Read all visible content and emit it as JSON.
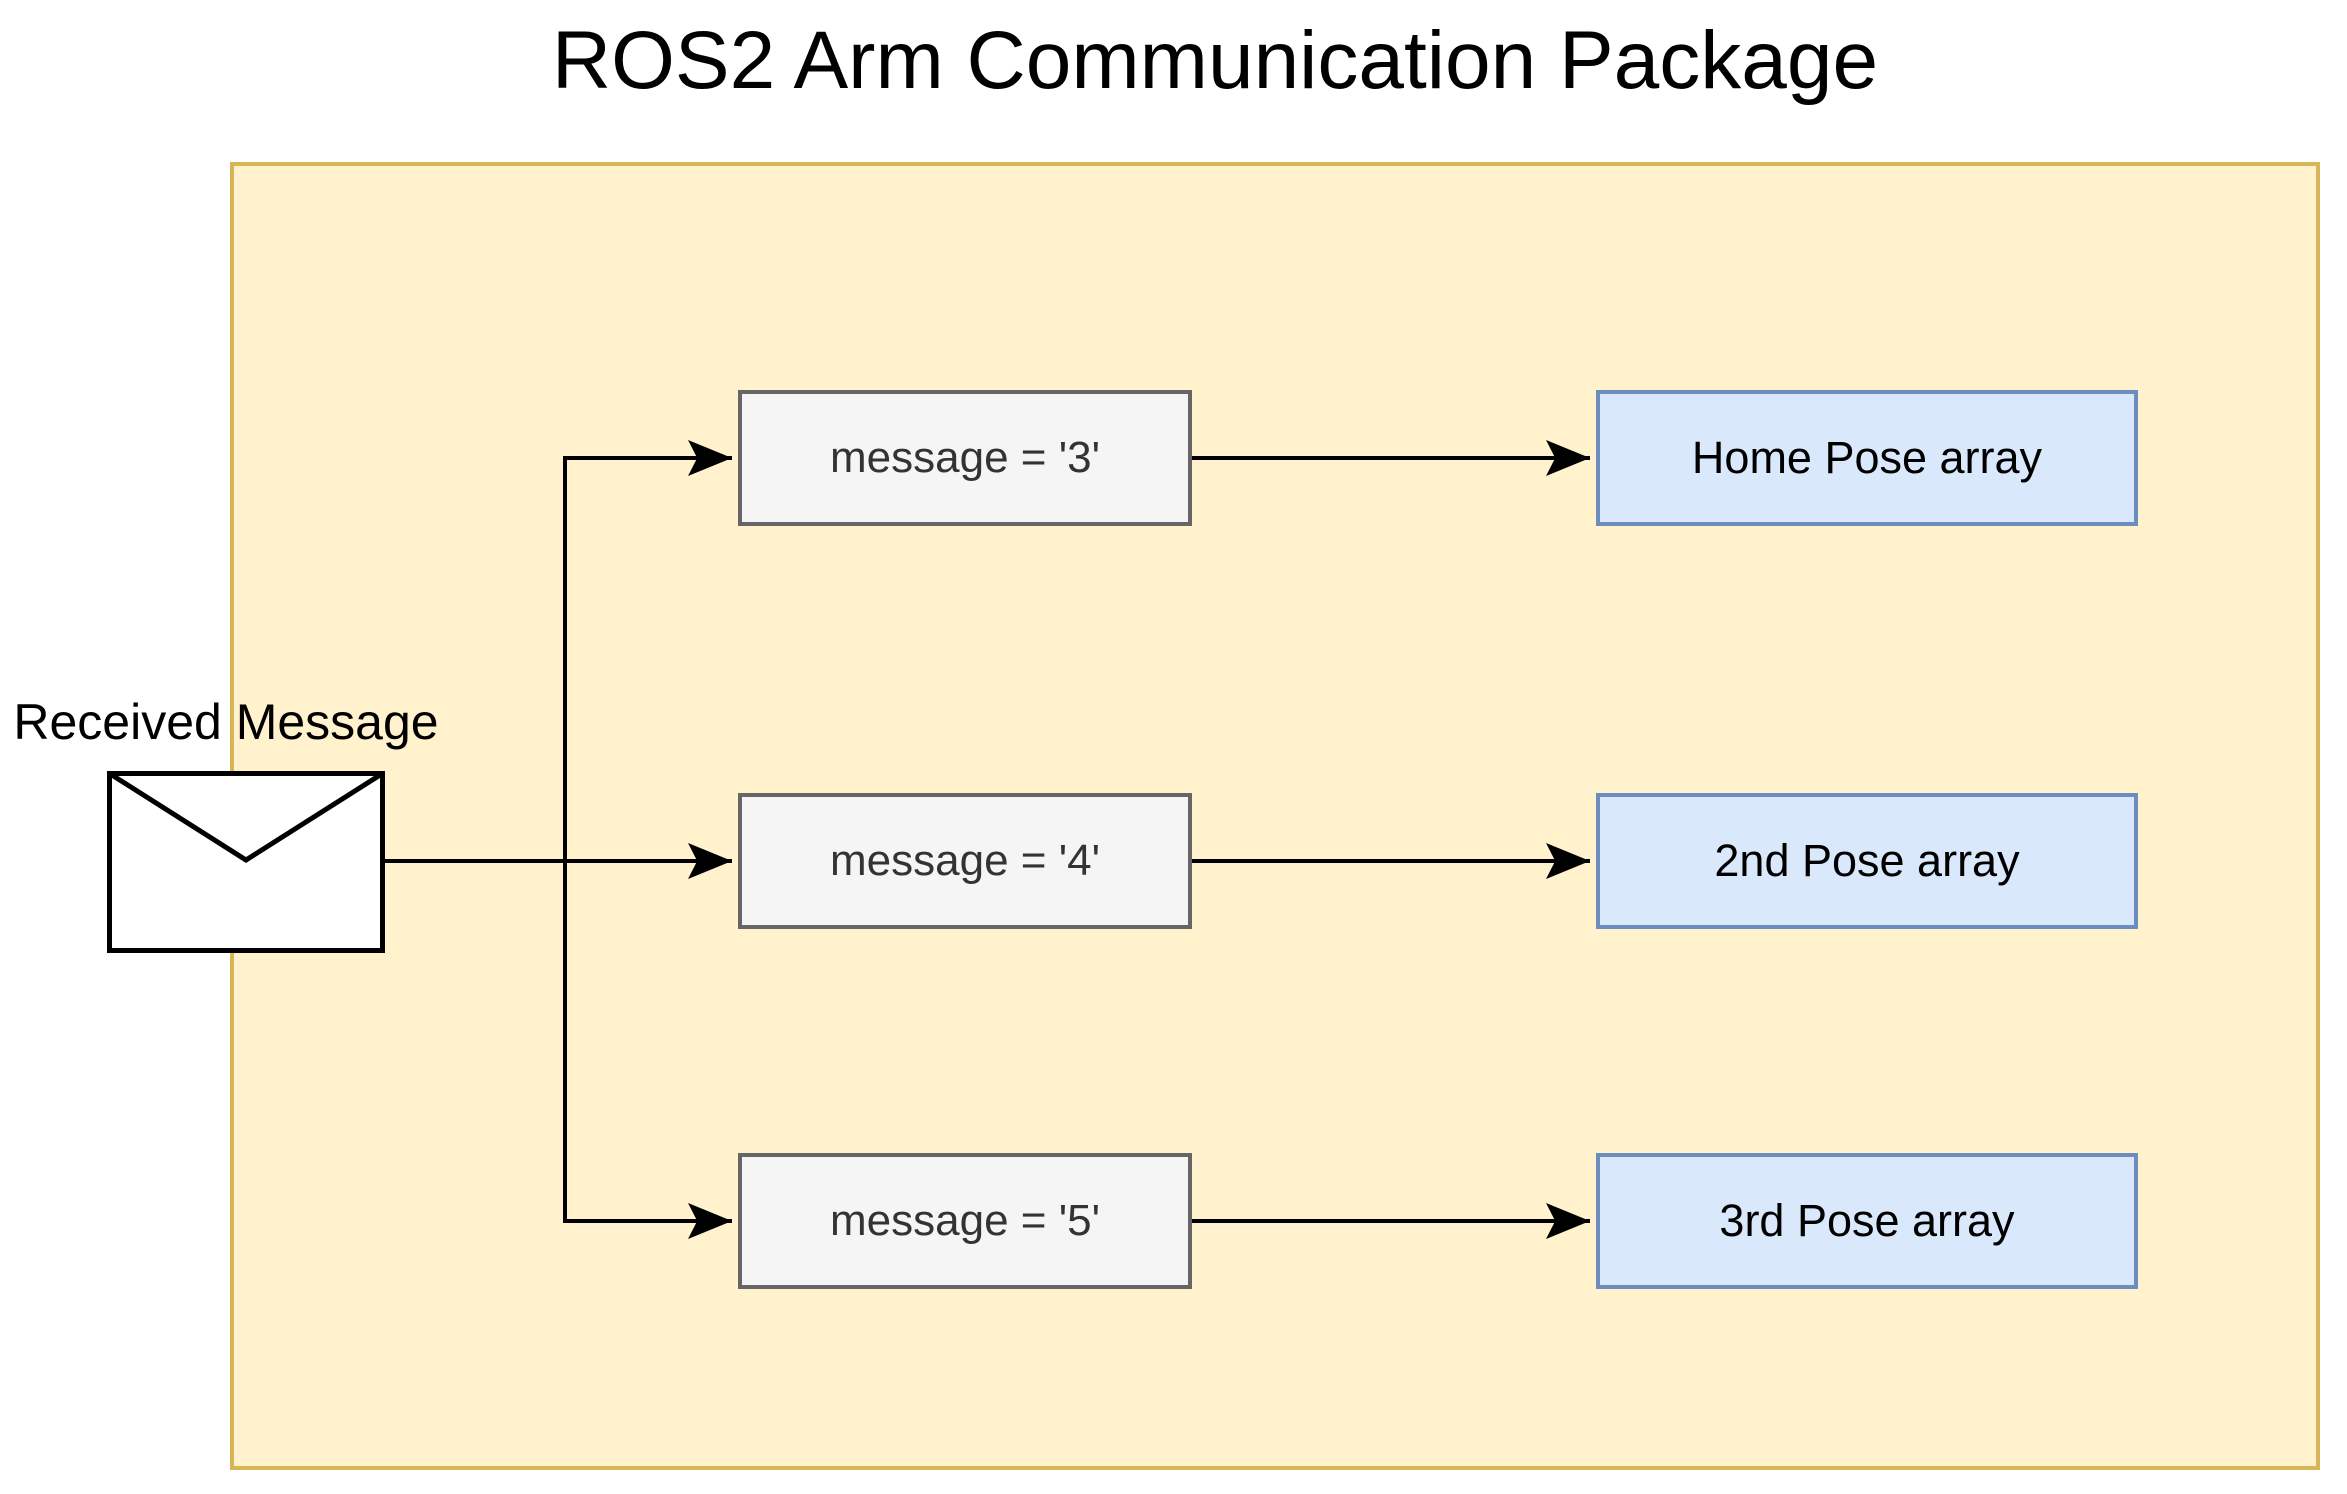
{
  "diagram": {
    "title": "ROS2 Arm Communication Package",
    "source_label": "Received Message",
    "rows": [
      {
        "condition": "message = '3'",
        "target": "Home Pose array"
      },
      {
        "condition": "message = '4'",
        "target": "2nd Pose array"
      },
      {
        "condition": "message = '5'",
        "target": "3rd Pose array"
      }
    ],
    "colors": {
      "container_fill": "#fff2cc",
      "container_border": "#d6b656",
      "condition_fill": "#f5f5f5",
      "condition_border": "#666666",
      "condition_text": "#333333",
      "target_fill": "#dae8fc",
      "target_border": "#6c8ebf",
      "connector": "#000000"
    }
  }
}
